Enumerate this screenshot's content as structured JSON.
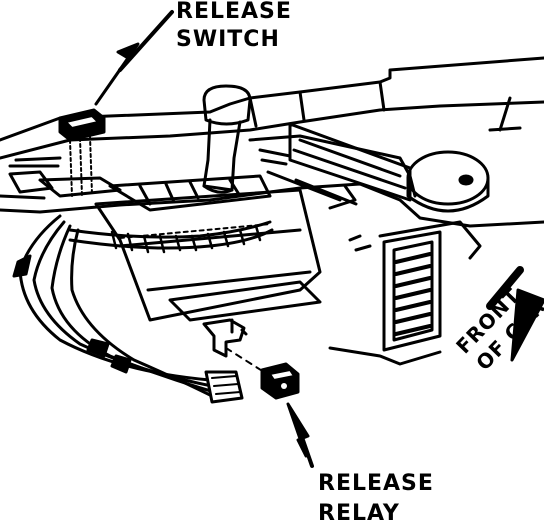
{
  "labels": {
    "release_switch": [
      "RELEASE",
      "SWITCH"
    ],
    "release_relay": [
      "RELEASE",
      "RELAY"
    ],
    "front_of_car": [
      "FRONT",
      "OF CAR"
    ]
  },
  "colors": {
    "ink": "#000000",
    "paper": "#ffffff"
  }
}
